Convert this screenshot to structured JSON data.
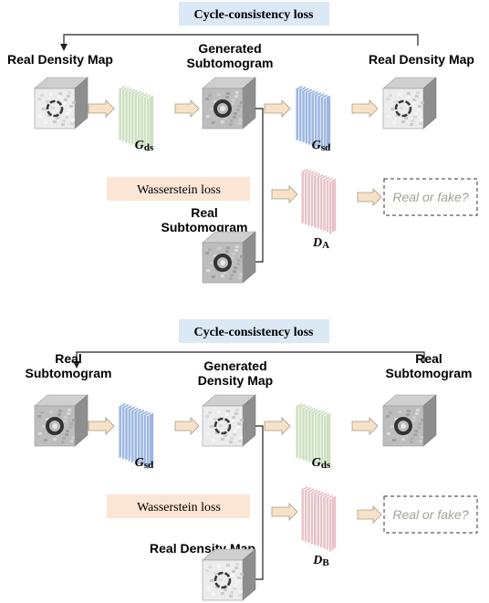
{
  "panels": [
    {
      "cycle_loss_label": "Cycle-consistency loss",
      "input_label_lines": [
        "Real Density Map"
      ],
      "generated_label_lines": [
        "Generated",
        "Subtomogram"
      ],
      "output_label_lines": [
        "Real Density Map"
      ],
      "real_label_lines": [
        "Real",
        "Subtomogram"
      ],
      "wasserstein_label": "Wasserstein loss",
      "gen1": {
        "letter": "G",
        "sub": "ds",
        "color": "green"
      },
      "gen2": {
        "letter": "G",
        "sub": "sd",
        "color": "blue"
      },
      "disc": {
        "letter": "D",
        "sub": "A",
        "color": "pink"
      },
      "result_label": "Real or fake?",
      "cube_textures": [
        "density",
        "subtomogram",
        "density",
        "subtomogram"
      ]
    },
    {
      "cycle_loss_label": "Cycle-consistency loss",
      "input_label_lines": [
        "Real",
        "Subtomogram"
      ],
      "generated_label_lines": [
        "Generated",
        "Density Map"
      ],
      "output_label_lines": [
        "Real",
        "Subtomogram"
      ],
      "real_label_lines": [
        "Real Density Map"
      ],
      "wasserstein_label": "Wasserstein loss",
      "gen1": {
        "letter": "G",
        "sub": "sd",
        "color": "blue"
      },
      "gen2": {
        "letter": "G",
        "sub": "ds",
        "color": "green"
      },
      "disc": {
        "letter": "D",
        "sub": "B",
        "color": "pink"
      },
      "result_label": "Real or fake?",
      "cube_textures": [
        "subtomogram",
        "density",
        "subtomogram",
        "density"
      ]
    }
  ],
  "colors": {
    "loss_box_fill": "#dbe8f5",
    "wasserstein_fill": "#fbe5d5",
    "arrow_fill": "#f7e2c8",
    "arrow_stroke": "#a89a86",
    "green": "#cde0c0",
    "blue": "#9db7e2",
    "pink": "#e8c4c8",
    "result_text": "#9ca496"
  }
}
